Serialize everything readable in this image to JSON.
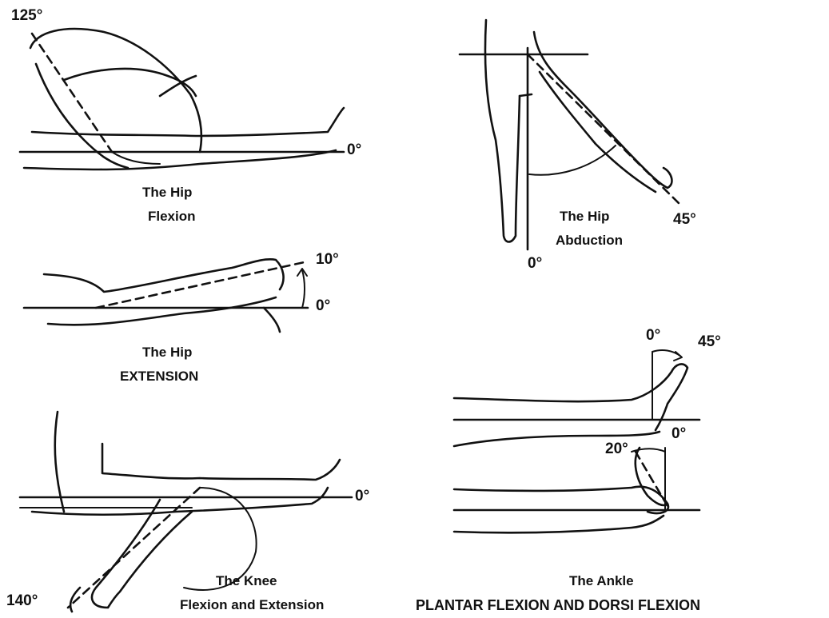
{
  "panels": {
    "hip_flexion": {
      "title": "The Hip",
      "subtitle": "Flexion",
      "max_angle": "125°",
      "zero_angle": "0°"
    },
    "hip_extension": {
      "title": "The Hip",
      "subtitle": "EXTENSION",
      "max_angle": "10°",
      "zero_angle": "0°"
    },
    "knee": {
      "title": "The Knee",
      "subtitle": "Flexion and Extension",
      "max_angle": "140°",
      "zero_angle": "0°"
    },
    "hip_abduction": {
      "title": "The Hip",
      "subtitle": "Abduction",
      "max_angle": "45°",
      "zero_angle": "0°"
    },
    "ankle": {
      "title": "The Ankle",
      "subtitle": "PLANTAR FLEXION AND DORSI FLEXION",
      "dorsi_angle": "45°",
      "dorsi_zero": "0°",
      "plantar_angle": "20°",
      "plantar_zero": "0°"
    }
  },
  "colors": {
    "ink": "#111111",
    "paper": "#ffffff"
  }
}
